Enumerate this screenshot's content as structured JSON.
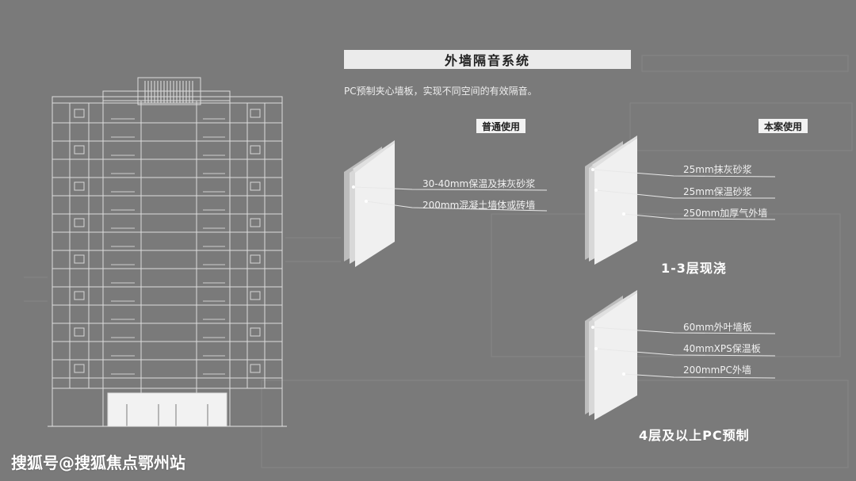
{
  "title": "外墙隔音系统",
  "subtitle": "PC预制夹心墙板，实现不同空间的有效隔音。",
  "normal": {
    "tag": "普通使用",
    "layers": [
      "30-40mm保温及抹灰砂浆",
      "200mm混凝土墙体或砖墙"
    ]
  },
  "project": {
    "tag": "本案使用",
    "cast_in_place": {
      "layers": [
        "25mm抹灰砂浆",
        "25mm保温砂浆",
        "250mm加厚气外墙"
      ],
      "caption": "1-3层现浇"
    },
    "precast": {
      "layers": [
        "60mm外叶墙板",
        "40mmXPS保温板",
        "200mmPC外墙"
      ],
      "caption": "4层及以上PC预制"
    }
  },
  "watermark": "搜狐号@搜狐焦点鄂州站",
  "colors": {
    "background": "#7a7a7a",
    "line": "#e8e8e8",
    "panel": "#f0f0f0"
  }
}
